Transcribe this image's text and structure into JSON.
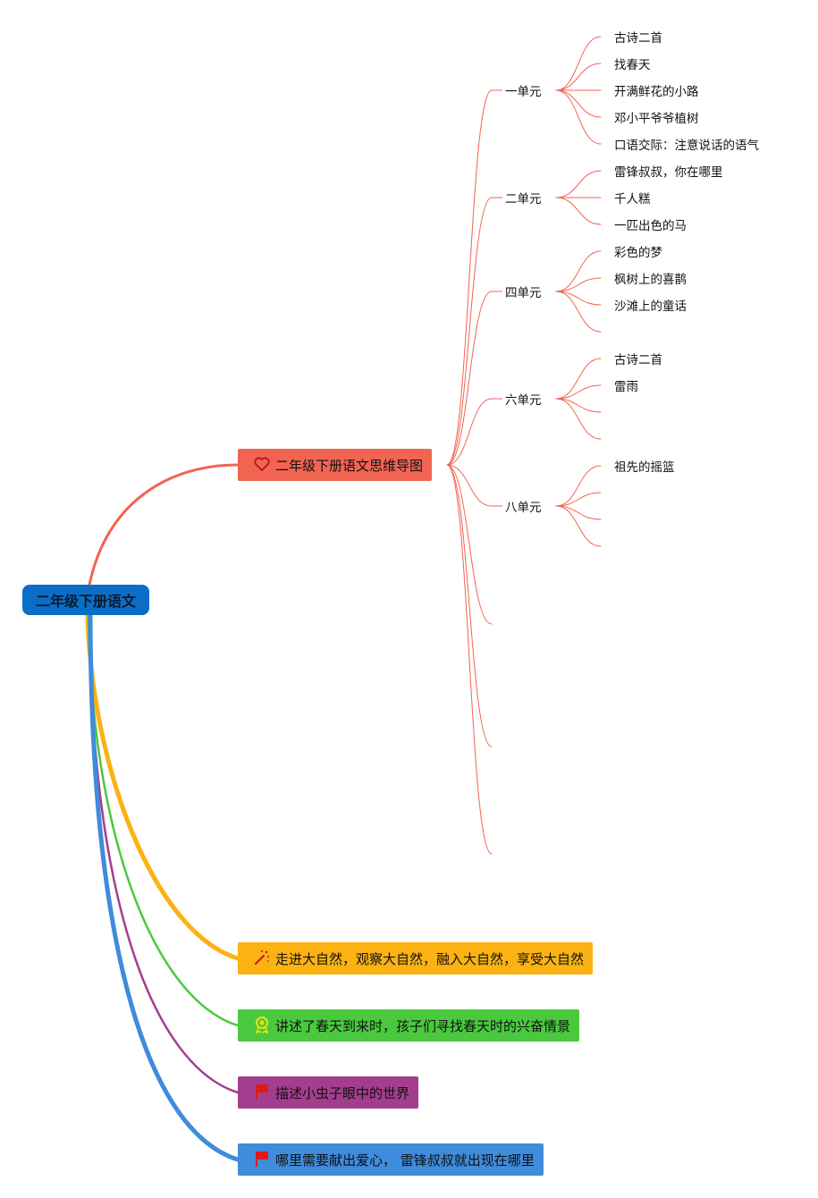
{
  "root": {
    "label": "二年级下册语文",
    "color": "#0a6ec7"
  },
  "main_branch": {
    "label": "二年级下册语文思维导图",
    "icon": "heart-icon",
    "color": "#f26452",
    "units": [
      {
        "label": "一单元",
        "lessons": [
          "古诗二首",
          "找春天",
          "开满鲜花的小路",
          "邓小平爷爷植树",
          "口语交际：注意说话的语气"
        ]
      },
      {
        "label": "二单元",
        "lessons": [
          "雷锋叔叔，你在哪里",
          "千人糕",
          "一匹出色的马"
        ]
      },
      {
        "label": "四单元",
        "lessons": [
          "彩色的梦",
          "枫树上的喜鹊",
          "沙滩上的童话"
        ]
      },
      {
        "label": "六单元",
        "lessons": [
          "古诗二首",
          "雷雨"
        ]
      },
      {
        "label": "八单元",
        "lessons": [
          "祖先的摇篮"
        ]
      }
    ]
  },
  "side_branches": [
    {
      "label": "走进大自然，观察大自然，融入大自然，享受大自然",
      "icon": "magic-wand-icon",
      "color": "#fbb212"
    },
    {
      "label": "讲述了春天到来时，孩子们寻找春天时的兴奋情景",
      "icon": "medal-icon",
      "color": "#4ac93e"
    },
    {
      "label": "描述小虫子眼中的世界",
      "icon": "flag-icon",
      "color": "#a33e8e"
    },
    {
      "label": "哪里需要献出爱心， 雷锋叔叔就出现在哪里",
      "icon": "flag-icon",
      "color": "#3f8bdc"
    }
  ]
}
